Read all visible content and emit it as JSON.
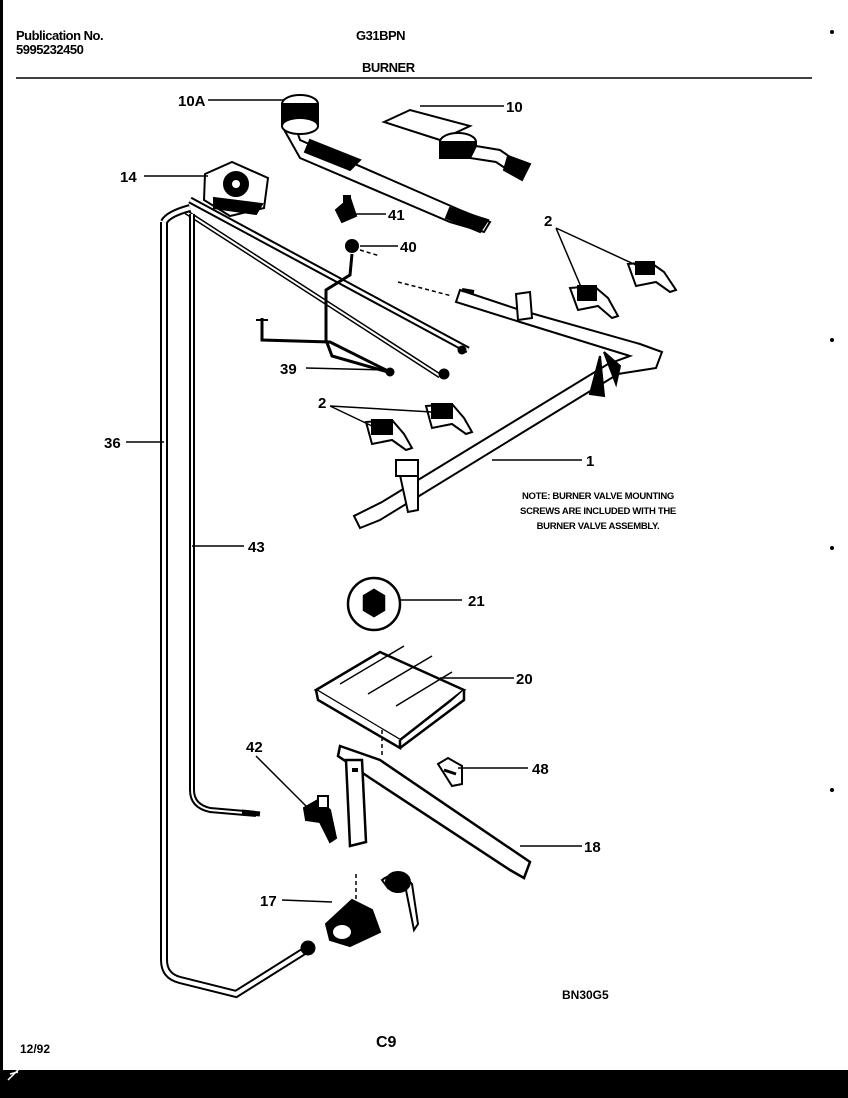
{
  "header": {
    "publication_label": "Publication No.",
    "publication_number": "5995232450",
    "model": "G31BPN",
    "section": "BURNER"
  },
  "note": {
    "lines": [
      "NOTE:  BURNER VALVE MOUNTING",
      "SCREWS ARE INCLUDED WITH THE",
      "BURNER VALVE ASSEMBLY."
    ]
  },
  "callouts": {
    "c10A": "10A",
    "c10": "10",
    "c14": "14",
    "c41": "41",
    "c40": "40",
    "c2a": "2",
    "c39": "39",
    "c2b": "2",
    "c36": "36",
    "c1": "1",
    "c43": "43",
    "c21": "21",
    "c20": "20",
    "c42": "42",
    "c48": "48",
    "c18": "18",
    "c17": "17"
  },
  "footer": {
    "diagram_code": "BN30G5",
    "date": "12/92",
    "page": "C9"
  }
}
